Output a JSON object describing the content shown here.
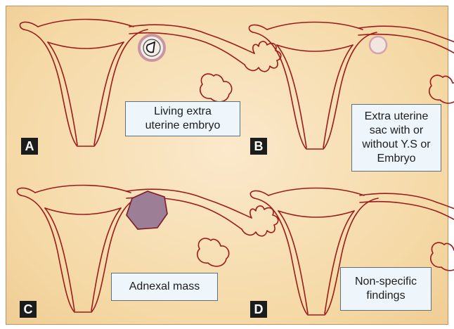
{
  "colors": {
    "background": "#f5d9a6",
    "outline": "#9b1b1b",
    "sac_ring": "#d9a6b0",
    "mass_fill": "#9c7e96",
    "caption_bg": "#eef5fb",
    "badge_bg": "#1c1c1c"
  },
  "panels": [
    {
      "id": "A",
      "label": "A",
      "caption": "Living extra\nuterine embryo"
    },
    {
      "id": "B",
      "label": "B",
      "caption": "Extra uterine\nsac with or\nwithout Y.S or\nEmbryo"
    },
    {
      "id": "C",
      "label": "C",
      "caption": "Adnexal mass"
    },
    {
      "id": "D",
      "label": "D",
      "caption": "Non-specific\nfindings"
    }
  ]
}
